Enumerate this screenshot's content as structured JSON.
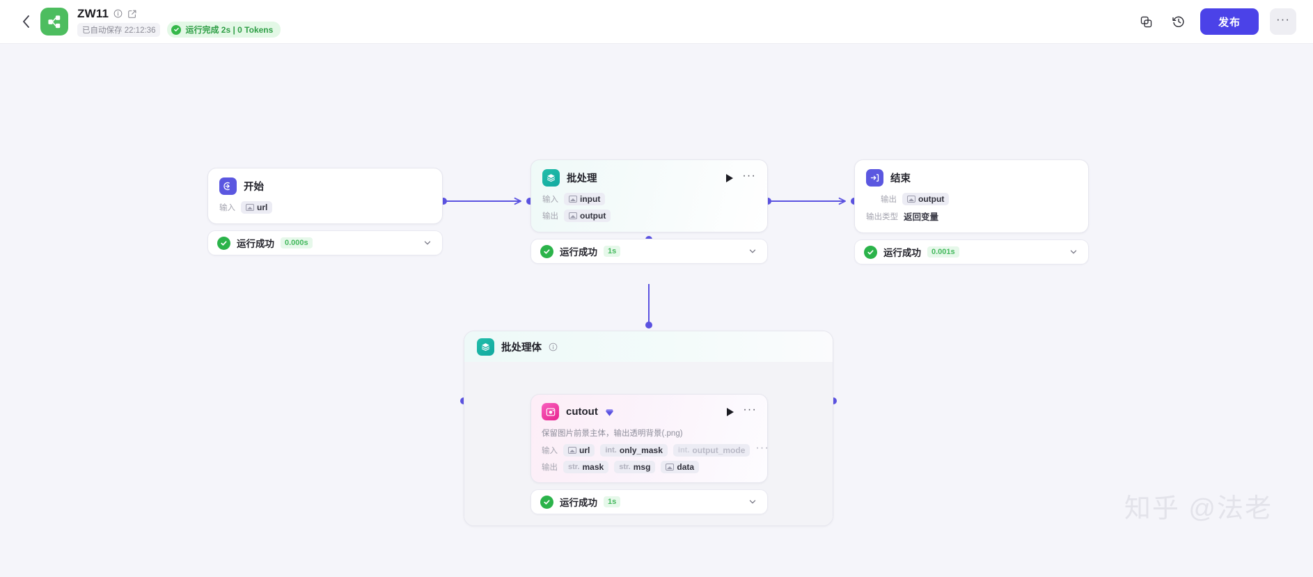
{
  "header": {
    "back_icon": "chevron-left-icon",
    "logo_icon": "share-nodes-logo",
    "title": "ZW11",
    "info_icon": "info-circle-icon",
    "edit_icon": "edit-square-icon",
    "autosave": "已自动保存 22:12:36",
    "run_status": "运行完成 2s | 0 Tokens",
    "run_status_icon": "check-circle-icon",
    "duplicate_icon": "duplicate-icon",
    "history_icon": "clock-history-icon",
    "publish_label": "发布",
    "more_label": "···"
  },
  "nodes": {
    "start": {
      "icon": "start-arrow-icon",
      "title": "开始",
      "input_label": "输入",
      "input_chip": "url",
      "status": {
        "icon": "check-circle-icon",
        "text": "运行成功",
        "time": "0.000s",
        "chevron": "chevron-down-icon"
      }
    },
    "batch": {
      "icon": "layers-icon",
      "title": "批处理",
      "play_icon": "play-icon",
      "more_icon": "ellipsis-icon",
      "input_label": "输入",
      "input_chip": "input",
      "output_label": "输出",
      "output_chip": "output",
      "status": {
        "icon": "check-circle-icon",
        "text": "运行成功",
        "time": "1s",
        "chevron": "chevron-down-icon"
      }
    },
    "end": {
      "icon": "end-arrow-icon",
      "title": "结束",
      "output_label": "输出",
      "output_chip": "output",
      "out_type_label": "输出类型",
      "out_type_value": "返回变量",
      "status": {
        "icon": "check-circle-icon",
        "text": "运行成功",
        "time": "0.001s",
        "chevron": "chevron-down-icon"
      }
    },
    "batch_body": {
      "icon": "layers-icon",
      "title": "批处理体",
      "info_icon": "info-circle-icon"
    },
    "cutout": {
      "icon": "cutout-sparkle-icon",
      "title": "cutout",
      "gem_icon": "gem-icon",
      "play_icon": "play-icon",
      "more_icon": "ellipsis-icon",
      "description": "保留图片前景主体，输出透明背景(.png)",
      "input_label": "输入",
      "inputs": [
        {
          "type": "",
          "name": "url",
          "img": true,
          "faded": false
        },
        {
          "type": "int.",
          "name": "only_mask",
          "img": false,
          "faded": false
        },
        {
          "type": "int.",
          "name": "output_mode",
          "img": false,
          "faded": true
        }
      ],
      "inputs_overflow": "···",
      "output_label": "输出",
      "outputs": [
        {
          "type": "str.",
          "name": "mask",
          "img": false,
          "faded": false
        },
        {
          "type": "str.",
          "name": "msg",
          "img": false,
          "faded": false
        },
        {
          "type": "",
          "name": "data",
          "img": true,
          "faded": false
        }
      ],
      "status": {
        "icon": "check-circle-icon",
        "text": "运行成功",
        "time": "1s",
        "chevron": "chevron-down-icon"
      }
    }
  },
  "watermark": "知乎 @法老",
  "colors": {
    "accent": "#4b42e8",
    "edge": "#5b52e0",
    "success": "#2bb34a",
    "canvas_bg": "#f5f5fa",
    "teal": "#17b3a3",
    "pink": "#ef3c9e"
  }
}
